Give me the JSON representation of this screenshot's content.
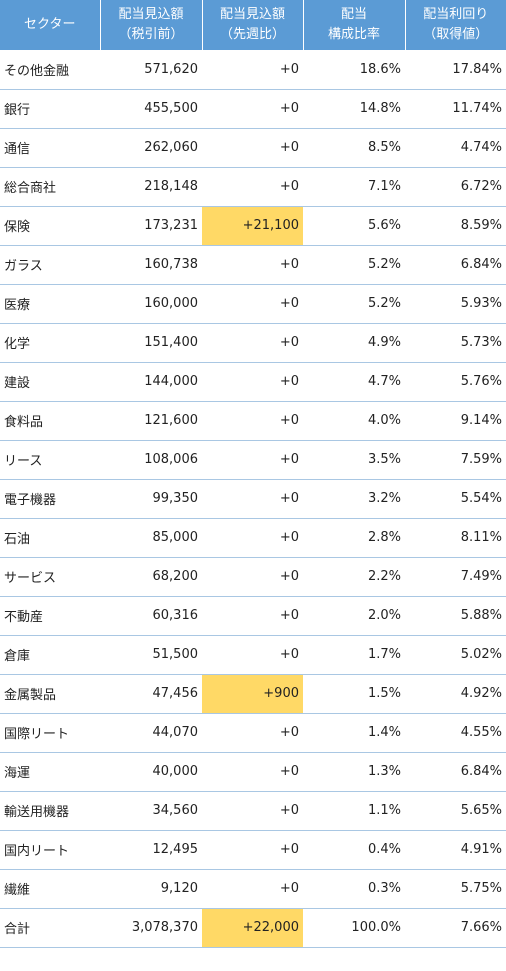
{
  "chart_data": {
    "type": "table",
    "columns": [
      {
        "line1": "セクター",
        "line2": ""
      },
      {
        "line1": "配当見込額",
        "line2": "（税引前）"
      },
      {
        "line1": "配当見込額",
        "line2": "（先週比）"
      },
      {
        "line1": "配当",
        "line2": "構成比率"
      },
      {
        "line1": "配当利回り",
        "line2": "（取得値）"
      }
    ],
    "rows": [
      {
        "sector": "その他金融",
        "amount": "571,620",
        "change": "+0",
        "ratio": "18.6%",
        "yield": "17.84%",
        "highlight": false
      },
      {
        "sector": "銀行",
        "amount": "455,500",
        "change": "+0",
        "ratio": "14.8%",
        "yield": "11.74%",
        "highlight": false
      },
      {
        "sector": "通信",
        "amount": "262,060",
        "change": "+0",
        "ratio": "8.5%",
        "yield": "4.74%",
        "highlight": false
      },
      {
        "sector": "総合商社",
        "amount": "218,148",
        "change": "+0",
        "ratio": "7.1%",
        "yield": "6.72%",
        "highlight": false
      },
      {
        "sector": "保険",
        "amount": "173,231",
        "change": "+21,100",
        "ratio": "5.6%",
        "yield": "8.59%",
        "highlight": true
      },
      {
        "sector": "ガラス",
        "amount": "160,738",
        "change": "+0",
        "ratio": "5.2%",
        "yield": "6.84%",
        "highlight": false
      },
      {
        "sector": "医療",
        "amount": "160,000",
        "change": "+0",
        "ratio": "5.2%",
        "yield": "5.93%",
        "highlight": false
      },
      {
        "sector": "化学",
        "amount": "151,400",
        "change": "+0",
        "ratio": "4.9%",
        "yield": "5.73%",
        "highlight": false
      },
      {
        "sector": "建設",
        "amount": "144,000",
        "change": "+0",
        "ratio": "4.7%",
        "yield": "5.76%",
        "highlight": false
      },
      {
        "sector": "食料品",
        "amount": "121,600",
        "change": "+0",
        "ratio": "4.0%",
        "yield": "9.14%",
        "highlight": false
      },
      {
        "sector": "リース",
        "amount": "108,006",
        "change": "+0",
        "ratio": "3.5%",
        "yield": "7.59%",
        "highlight": false
      },
      {
        "sector": "電子機器",
        "amount": "99,350",
        "change": "+0",
        "ratio": "3.2%",
        "yield": "5.54%",
        "highlight": false
      },
      {
        "sector": "石油",
        "amount": "85,000",
        "change": "+0",
        "ratio": "2.8%",
        "yield": "8.11%",
        "highlight": false
      },
      {
        "sector": "サービス",
        "amount": "68,200",
        "change": "+0",
        "ratio": "2.2%",
        "yield": "7.49%",
        "highlight": false
      },
      {
        "sector": "不動産",
        "amount": "60,316",
        "change": "+0",
        "ratio": "2.0%",
        "yield": "5.88%",
        "highlight": false
      },
      {
        "sector": "倉庫",
        "amount": "51,500",
        "change": "+0",
        "ratio": "1.7%",
        "yield": "5.02%",
        "highlight": false
      },
      {
        "sector": "金属製品",
        "amount": "47,456",
        "change": "+900",
        "ratio": "1.5%",
        "yield": "4.92%",
        "highlight": true
      },
      {
        "sector": "国際リート",
        "amount": "44,070",
        "change": "+0",
        "ratio": "1.4%",
        "yield": "4.55%",
        "highlight": false
      },
      {
        "sector": "海運",
        "amount": "40,000",
        "change": "+0",
        "ratio": "1.3%",
        "yield": "6.84%",
        "highlight": false
      },
      {
        "sector": "輸送用機器",
        "amount": "34,560",
        "change": "+0",
        "ratio": "1.1%",
        "yield": "5.65%",
        "highlight": false
      },
      {
        "sector": "国内リート",
        "amount": "12,495",
        "change": "+0",
        "ratio": "0.4%",
        "yield": "4.91%",
        "highlight": false
      },
      {
        "sector": "繊維",
        "amount": "9,120",
        "change": "+0",
        "ratio": "0.3%",
        "yield": "5.75%",
        "highlight": false
      },
      {
        "sector": "合計",
        "amount": "3,078,370",
        "change": "+22,000",
        "ratio": "100.0%",
        "yield": "7.66%",
        "highlight": true
      }
    ]
  },
  "colors": {
    "header_bg": "#5b9bd5",
    "header_text": "#ffffff",
    "highlight": "#ffd966",
    "row_border": "#a9c7e3"
  }
}
